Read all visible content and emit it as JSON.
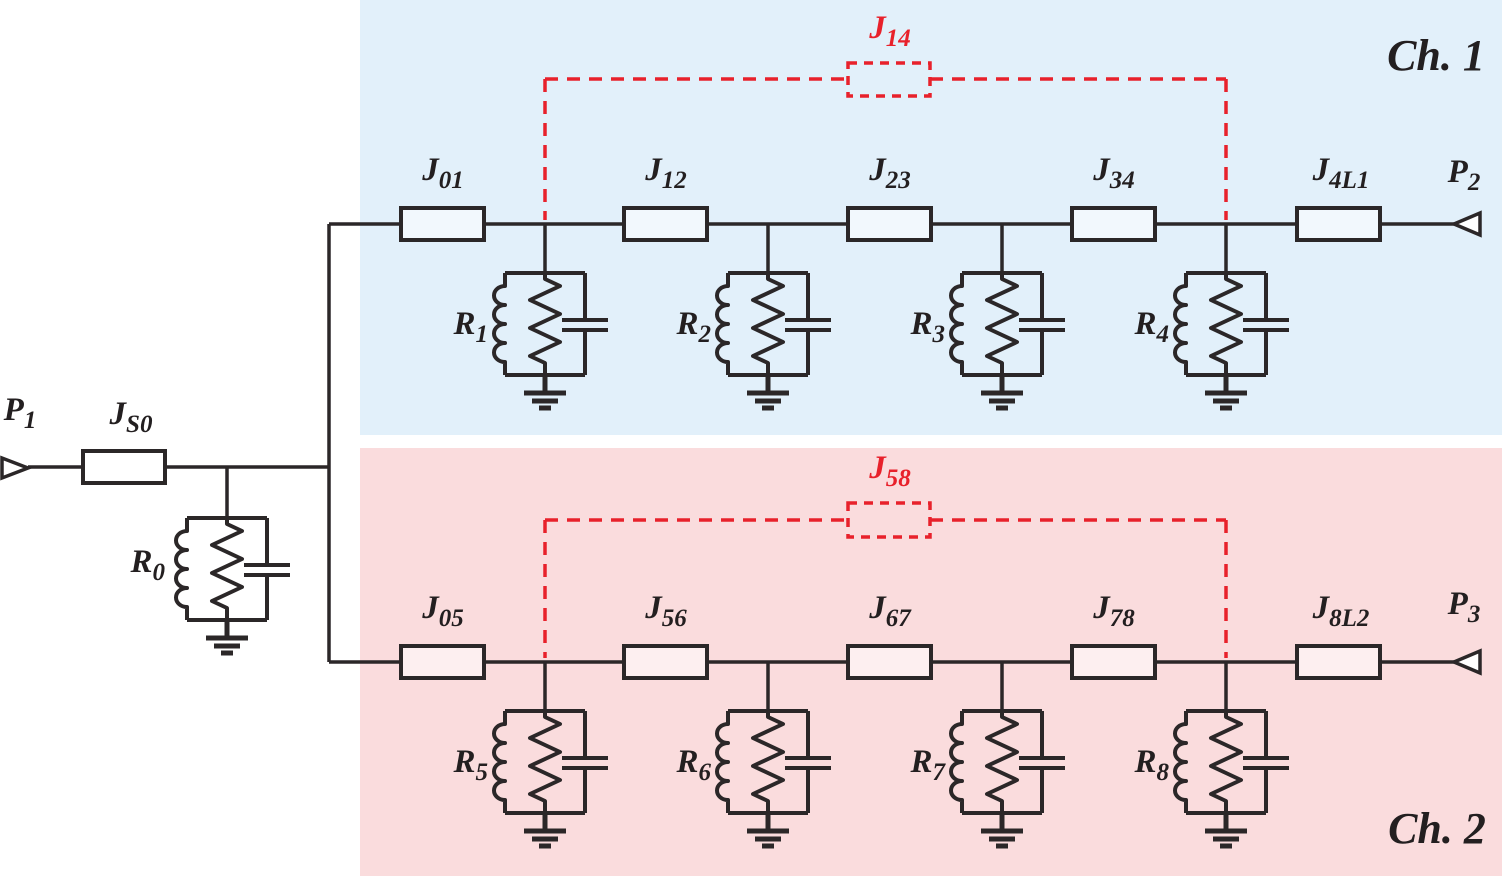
{
  "colors": {
    "ch1_bg": "#e2f0fa",
    "ch2_bg": "#fadcdd",
    "wire": "#2b2728",
    "label": "#231f20",
    "coupling": "#e8212b",
    "inverter_fill": "rgba(255,255,255,0.55)"
  },
  "source": {
    "port": {
      "main": "P",
      "sub": "1"
    },
    "inverter": {
      "main": "J",
      "sub": "S0"
    },
    "resonator": {
      "main": "R",
      "sub": "0"
    }
  },
  "channels": [
    {
      "name": "Ch. 1",
      "port": {
        "main": "P",
        "sub": "2"
      },
      "cross_coupling": {
        "main": "J",
        "sub": "14"
      },
      "inverters": [
        {
          "main": "J",
          "sub": "01"
        },
        {
          "main": "J",
          "sub": "12"
        },
        {
          "main": "J",
          "sub": "23"
        },
        {
          "main": "J",
          "sub": "34"
        },
        {
          "main": "J",
          "sub": "4L1"
        }
      ],
      "resonators": [
        {
          "main": "R",
          "sub": "1"
        },
        {
          "main": "R",
          "sub": "2"
        },
        {
          "main": "R",
          "sub": "3"
        },
        {
          "main": "R",
          "sub": "4"
        }
      ]
    },
    {
      "name": "Ch. 2",
      "port": {
        "main": "P",
        "sub": "3"
      },
      "cross_coupling": {
        "main": "J",
        "sub": "58"
      },
      "inverters": [
        {
          "main": "J",
          "sub": "05"
        },
        {
          "main": "J",
          "sub": "56"
        },
        {
          "main": "J",
          "sub": "67"
        },
        {
          "main": "J",
          "sub": "78"
        },
        {
          "main": "J",
          "sub": "8L2"
        }
      ],
      "resonators": [
        {
          "main": "R",
          "sub": "5"
        },
        {
          "main": "R",
          "sub": "6"
        },
        {
          "main": "R",
          "sub": "7"
        },
        {
          "main": "R",
          "sub": "8"
        }
      ]
    }
  ]
}
